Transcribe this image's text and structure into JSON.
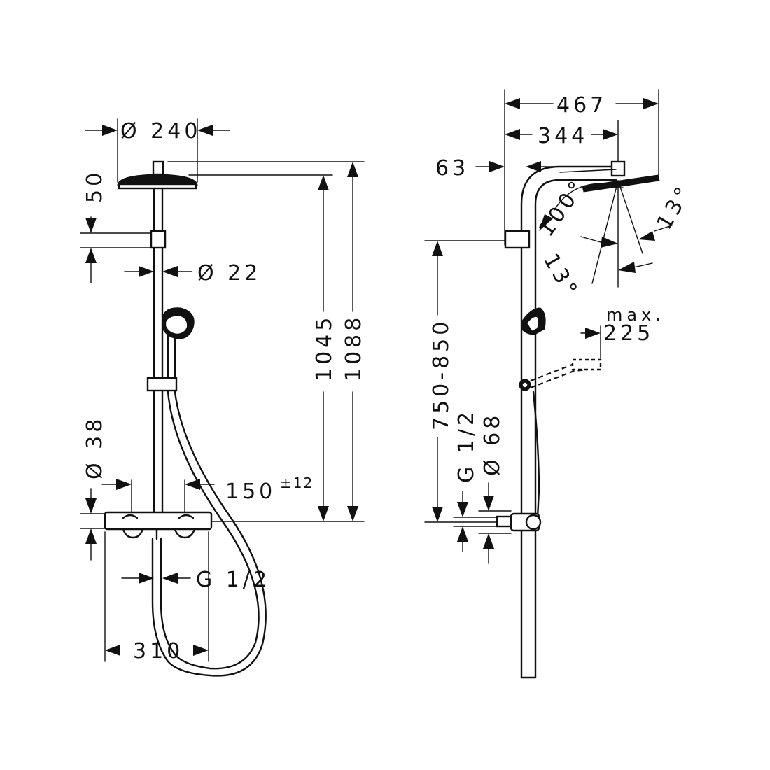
{
  "front_view": {
    "head_diameter": "Ø 240",
    "head_height": "50",
    "pipe_diameter": "Ø 22",
    "total_height_a": "1045",
    "total_height_b": "1088",
    "body_diameter": "Ø 38",
    "center_distance": "150",
    "center_tolerance": "±12",
    "inlet_thread": "G 1/2",
    "body_width": "310"
  },
  "side_view": {
    "total_depth": "467",
    "arm_depth": "344",
    "wall_offset": "63",
    "tilt_angle": "100°",
    "swivel_angle_a": "13°",
    "swivel_angle_b": "13°",
    "max_label": "max.",
    "max_extension": "225",
    "height_range": "750-850",
    "outlet_thread": "G 1/2",
    "rosette_diameter": "Ø 68"
  }
}
